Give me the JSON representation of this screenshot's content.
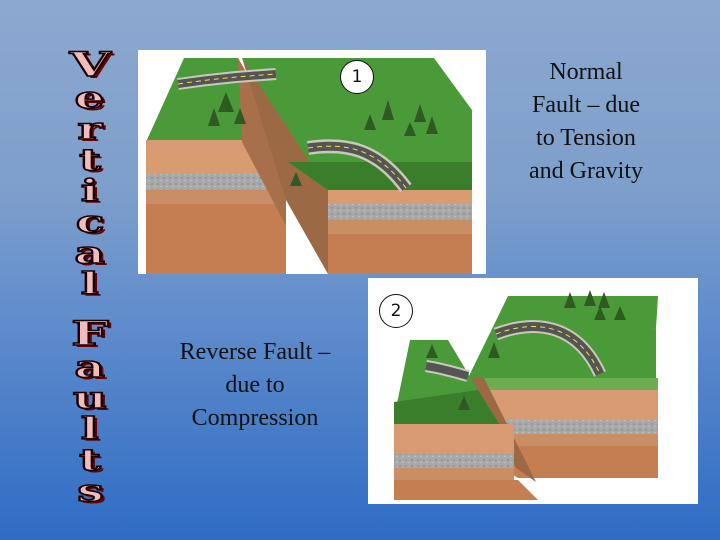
{
  "title": {
    "word1": [
      "V",
      "e",
      "r",
      "t",
      "i",
      "c",
      "a",
      "l"
    ],
    "word2": [
      "F",
      "a",
      "u",
      "l",
      "t",
      "s"
    ]
  },
  "figure1": {
    "number": "1",
    "caption": [
      "Normal",
      "Fault – due",
      "to Tension",
      "and Gravity"
    ]
  },
  "figure2": {
    "number": "2",
    "caption": [
      "Reverse Fault –",
      "due to",
      "Compression"
    ]
  },
  "colors": {
    "grass": "#4a9a3a",
    "grass_dark": "#3a7e2c",
    "soil_top": "#d89a72",
    "soil_mid": "#c98e66",
    "gray_band": "#a8a8a8",
    "soil_low": "#c47e52",
    "fault_face": "#b5835a",
    "road": "#555555"
  }
}
